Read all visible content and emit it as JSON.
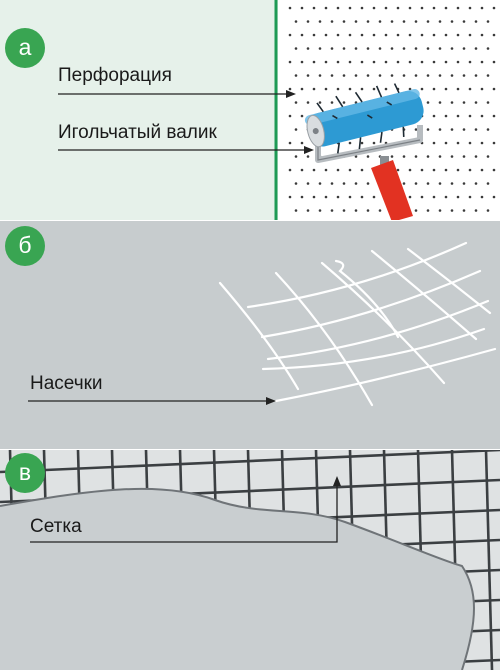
{
  "panels": [
    {
      "badge": "а",
      "labels": [
        "Перфорация",
        "Игольчатый валик"
      ]
    },
    {
      "badge": "б",
      "labels": [
        "Насечки"
      ]
    },
    {
      "badge": "в",
      "labels": [
        "Сетка"
      ]
    }
  ],
  "colors": {
    "accent_green": "#39a552",
    "divider_green": "#1e9a55",
    "roller_blue": "#2d9ad3",
    "handle_red": "#e23222",
    "panel_a_bg": "#e6f1ea",
    "wall_gray": "#c7ccce"
  }
}
